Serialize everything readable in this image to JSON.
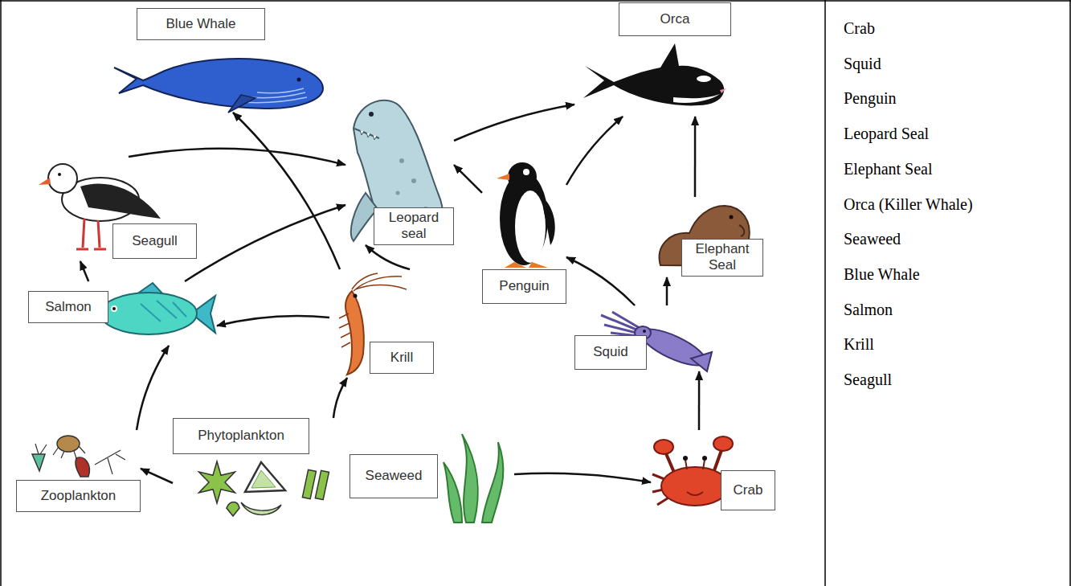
{
  "diagram": {
    "nodes": [
      {
        "text": [
          "Blue Whale"
        ]
      },
      {
        "text": [
          "Orca"
        ]
      },
      {
        "text": [
          "Seagull"
        ]
      },
      {
        "text": [
          "Leopard seal"
        ]
      },
      {
        "text": [
          "Penguin"
        ]
      },
      {
        "text": [
          "Elephant Seal"
        ]
      },
      {
        "text": [
          "Salmon"
        ]
      },
      {
        "text": [
          "Krill"
        ]
      },
      {
        "text": [
          "Squid"
        ]
      },
      {
        "text": [
          "Phytoplankton"
        ]
      },
      {
        "text": [
          "Zooplankton"
        ]
      },
      {
        "text": [
          "Seaweed"
        ]
      },
      {
        "text": [
          "Crab"
        ]
      }
    ],
    "edges": [
      {
        "from": 9,
        "to": 10,
        "arrow": "to"
      },
      {
        "from": 9,
        "to": 7,
        "arrow": "to"
      },
      {
        "from": 10,
        "to": 6,
        "arrow": "to"
      },
      {
        "from": 7,
        "to": 6,
        "arrow": "to"
      },
      {
        "from": 7,
        "to": 0,
        "arrow": "to"
      },
      {
        "from": 7,
        "to": 3,
        "arrow": "to"
      },
      {
        "from": 6,
        "to": 2,
        "arrow": "to"
      },
      {
        "from": 6,
        "to": 3,
        "arrow": "to"
      },
      {
        "from": 2,
        "to": 3,
        "arrow": "to"
      },
      {
        "from": 4,
        "to": 3,
        "arrow": "to"
      },
      {
        "from": 3,
        "to": 1,
        "arrow": "to"
      },
      {
        "from": 4,
        "to": 1,
        "arrow": "to"
      },
      {
        "from": 8,
        "to": 4,
        "arrow": "to"
      },
      {
        "from": 8,
        "to": 5,
        "arrow": "to"
      },
      {
        "from": 5,
        "to": 1,
        "arrow": "to"
      },
      {
        "from": 11,
        "to": 12,
        "arrow": "to"
      },
      {
        "from": 12,
        "to": 8,
        "arrow": "to"
      }
    ],
    "labels": [
      "Crab",
      "Squid",
      "Penguin",
      "Leopard Seal",
      "Elephant Seal",
      "Orca (Killer Whale)",
      "Seaweed",
      "Blue Whale",
      "Salmon",
      "Krill",
      "Seagull"
    ]
  }
}
